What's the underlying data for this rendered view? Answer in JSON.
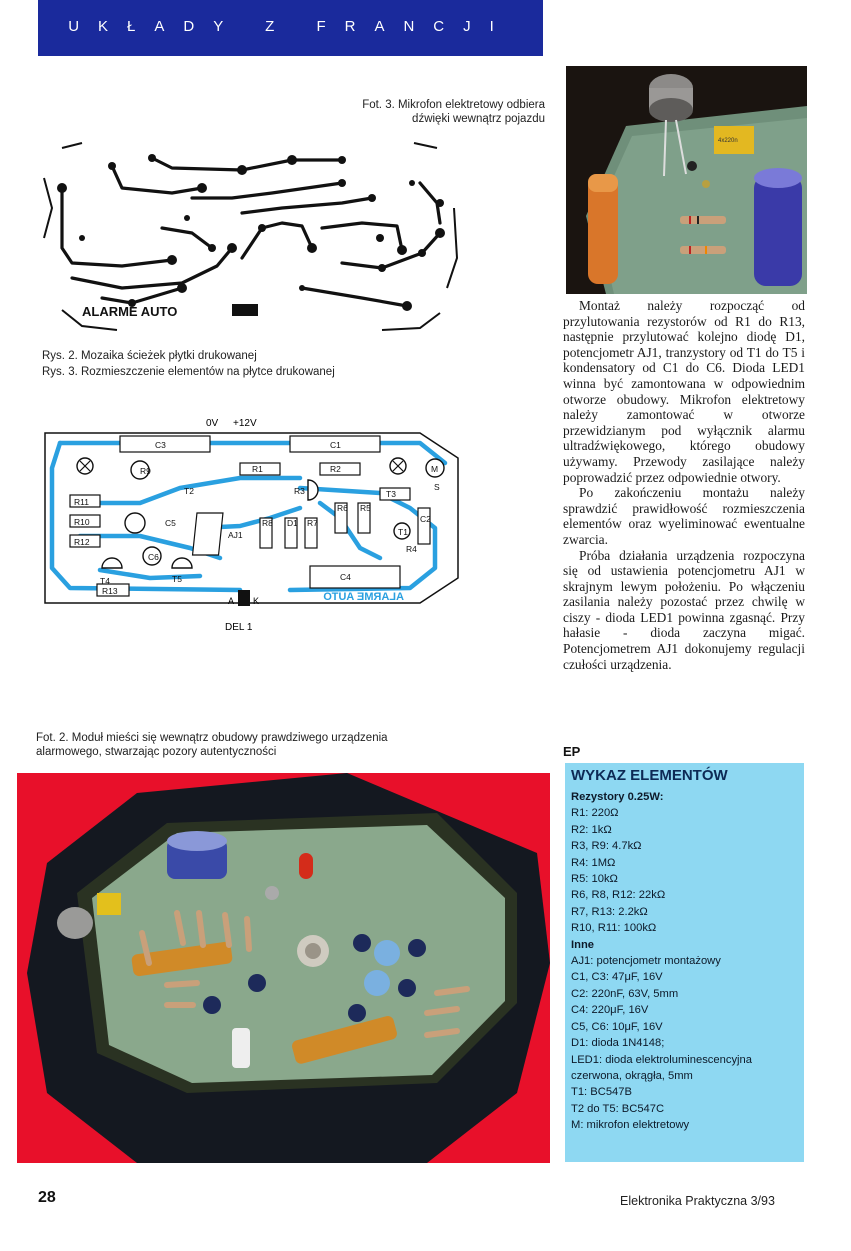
{
  "header": {
    "title": "UKŁADY Z FRANCJI"
  },
  "captions": {
    "fot3": "Fot. 3. Mikrofon elektretowy odbiera dźwięki wewnątrz pojazdu",
    "rys2": "Rys. 2. Mozaika ścieżek płytki drukowanej",
    "rys3": "Rys. 3. Rozmieszczenie elementów na płytce drukowanej",
    "fot2_line1": "Fot. 2. Moduł mieści się wewnątrz obudowy prawdziwego urządzenia",
    "fot2_line2": "alarmowego, stwarzając pozory autentyczności"
  },
  "pcb_mosaic": {
    "label": "ALARME AUTO"
  },
  "layout_diagram": {
    "label_0v": "0V",
    "label_12v": "+12V",
    "label_del1": "DEL 1",
    "label_a": "A",
    "label_k": "K",
    "label_mirror": "ALARME AUTO",
    "components": [
      "C3",
      "C1",
      "R1",
      "R2",
      "R9",
      "T2",
      "R3",
      "T3",
      "R11",
      "R10",
      "R12",
      "C5",
      "C6",
      "T4",
      "T5",
      "AJ1",
      "R8",
      "D1",
      "R7",
      "R6",
      "R5",
      "T1",
      "R4",
      "C4",
      "C2",
      "R13",
      "M",
      "S"
    ]
  },
  "article": {
    "paragraphs": [
      "Montaż należy rozpocząć od przylutowania rezystorów od R1 do R13, następnie przylutować kolejno diodę D1, potencjometr AJ1, tranzystory od T1 do T5 i kondensatory od C1 do C6. Dioda LED1 winna być zamontowana w odpowiednim otworze obudowy. Mikrofon elektretowy należy zamontować w otworze przewidzianym pod wyłącznik alarmu ultradźwiękowego, którego obudowy używamy. Przewody zasilające należy poprowadzić przez odpowiednie otwory.",
      "Po zakończeniu montażu należy sprawdzić prawidłowość rozmieszczenia elementów oraz wyeliminować ewentualne zwarcia.",
      "Próba działania urządzenia rozpoczyna się od ustawienia potencjometru AJ1 w skrajnym lewym położeniu. Po włączeniu zasilania należy pozostać przez chwilę w ciszy - dioda LED1 powinna zgasnąć. Przy hałasie - dioda zaczyna migać. Potencjometrem AJ1 dokonujemy regulacji czułości urządzenia."
    ],
    "signature": "EP"
  },
  "parts_list": {
    "title": "WYKAZ ELEMENTÓW",
    "resistor_header": "Rezystory 0.25W:",
    "resistors": [
      "R1: 220Ω",
      "R2: 1kΩ",
      "R3, R9: 4.7kΩ",
      "R4: 1MΩ",
      "R5: 10kΩ",
      "R6, R8, R12: 22kΩ",
      "R7, R13: 2.2kΩ",
      "R10, R11: 100kΩ"
    ],
    "other_header": "Inne",
    "others": [
      "AJ1: potencjometr montażowy",
      "C1, C3: 47μF, 16V",
      "C2: 220nF, 63V, 5mm",
      "C4: 220μF, 16V",
      "C5, C6: 10μF, 16V",
      "D1: dioda 1N4148;",
      "LED1: dioda elektroluminescencyjna czerwona, okrągła, 5mm",
      "T1: BC547B",
      "T2 do T5: BC547C",
      "M: mikrofon elektretowy"
    ]
  },
  "footer": {
    "page_number": "28",
    "journal": "Elektronika Praktyczna 3/93"
  },
  "colors": {
    "header_blue": "#1a2a9c",
    "parts_bg": "#8ed8f2",
    "red_background": "#e8102a",
    "trace_blue": "#2aa0e0"
  }
}
